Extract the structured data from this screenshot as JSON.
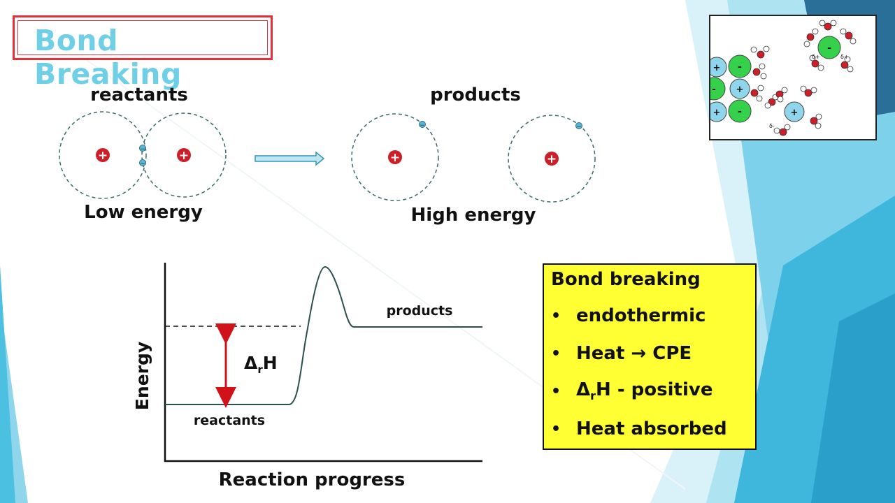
{
  "slide": {
    "title": "Bond Breaking"
  },
  "atoms_diagram": {
    "reactants_label": "reactants",
    "products_label": "products",
    "low_energy_label": "Low energy",
    "high_energy_label": "High energy",
    "nucleus_symbol": "+",
    "electron_symbol": "−"
  },
  "energy_graph": {
    "y_axis_label": "Energy",
    "x_axis_label": "Reaction progress",
    "reactants_label": "reactants",
    "products_label": "products",
    "delta_symbol": "Δ",
    "delta_sub": "r",
    "delta_h": "H"
  },
  "info_box": {
    "title": "Bond breaking",
    "bullet_symbol": "•",
    "items": [
      {
        "text": "endothermic"
      },
      {
        "text": "Heat → CPE"
      },
      {
        "text_pre": "Δ",
        "text_sub": "r",
        "text_post": "H - positive"
      },
      {
        "text": "Heat absorbed"
      }
    ]
  },
  "inset": {
    "plus": "+",
    "minus": "-",
    "partial_pos": "δ+",
    "partial_neg": "δ-"
  },
  "colors": {
    "title_text": "#6fcfe6",
    "title_border": "#e0313a",
    "nucleus": "#cc1f2a",
    "electron": "#5bb7d3",
    "shell": "#3a6b6b",
    "arrow_red": "#d0121b",
    "box_yellow": "#ffff33",
    "cation": "#8fd6ec",
    "anion": "#36d14a"
  }
}
